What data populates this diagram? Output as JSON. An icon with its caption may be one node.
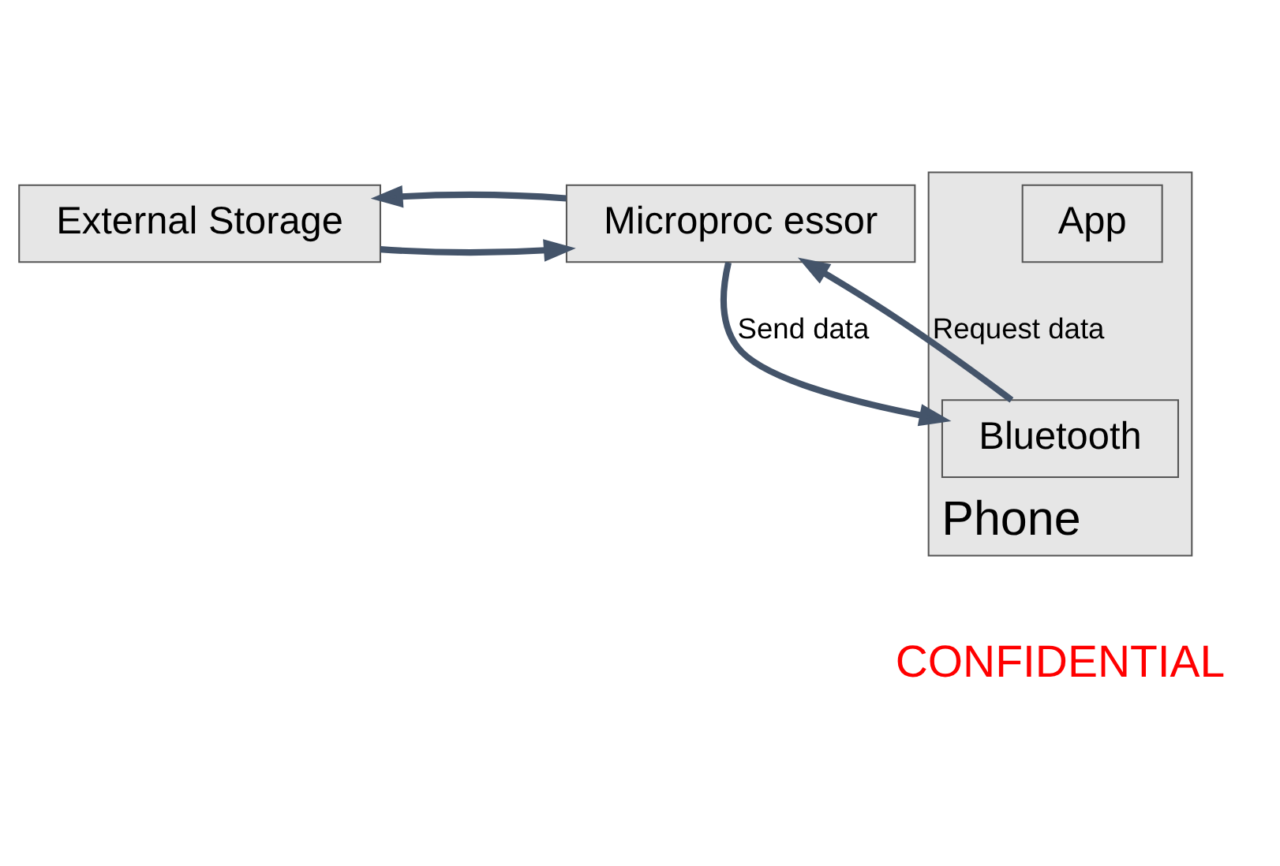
{
  "diagram": {
    "nodes": [
      {
        "text": [
          "External Storage"
        ]
      },
      {
        "text": [
          "Microproc essor"
        ]
      },
      {
        "text": [
          "Phone"
        ]
      },
      {
        "text": [
          "App"
        ],
        "in": 2
      },
      {
        "text": [
          "Bluetooth"
        ],
        "in": 2
      }
    ],
    "edges": [
      {
        "from": 0,
        "to": 1,
        "arrow": "to"
      },
      {
        "from": 1,
        "to": 0,
        "arrow": "to"
      },
      {
        "from": 4,
        "to": 1,
        "arrow": "to",
        "label": "Request data"
      },
      {
        "from": 1,
        "to": 4,
        "arrow": "to",
        "label": "Send data"
      }
    ],
    "labels": [
      "CONFIDENTIAL"
    ]
  }
}
